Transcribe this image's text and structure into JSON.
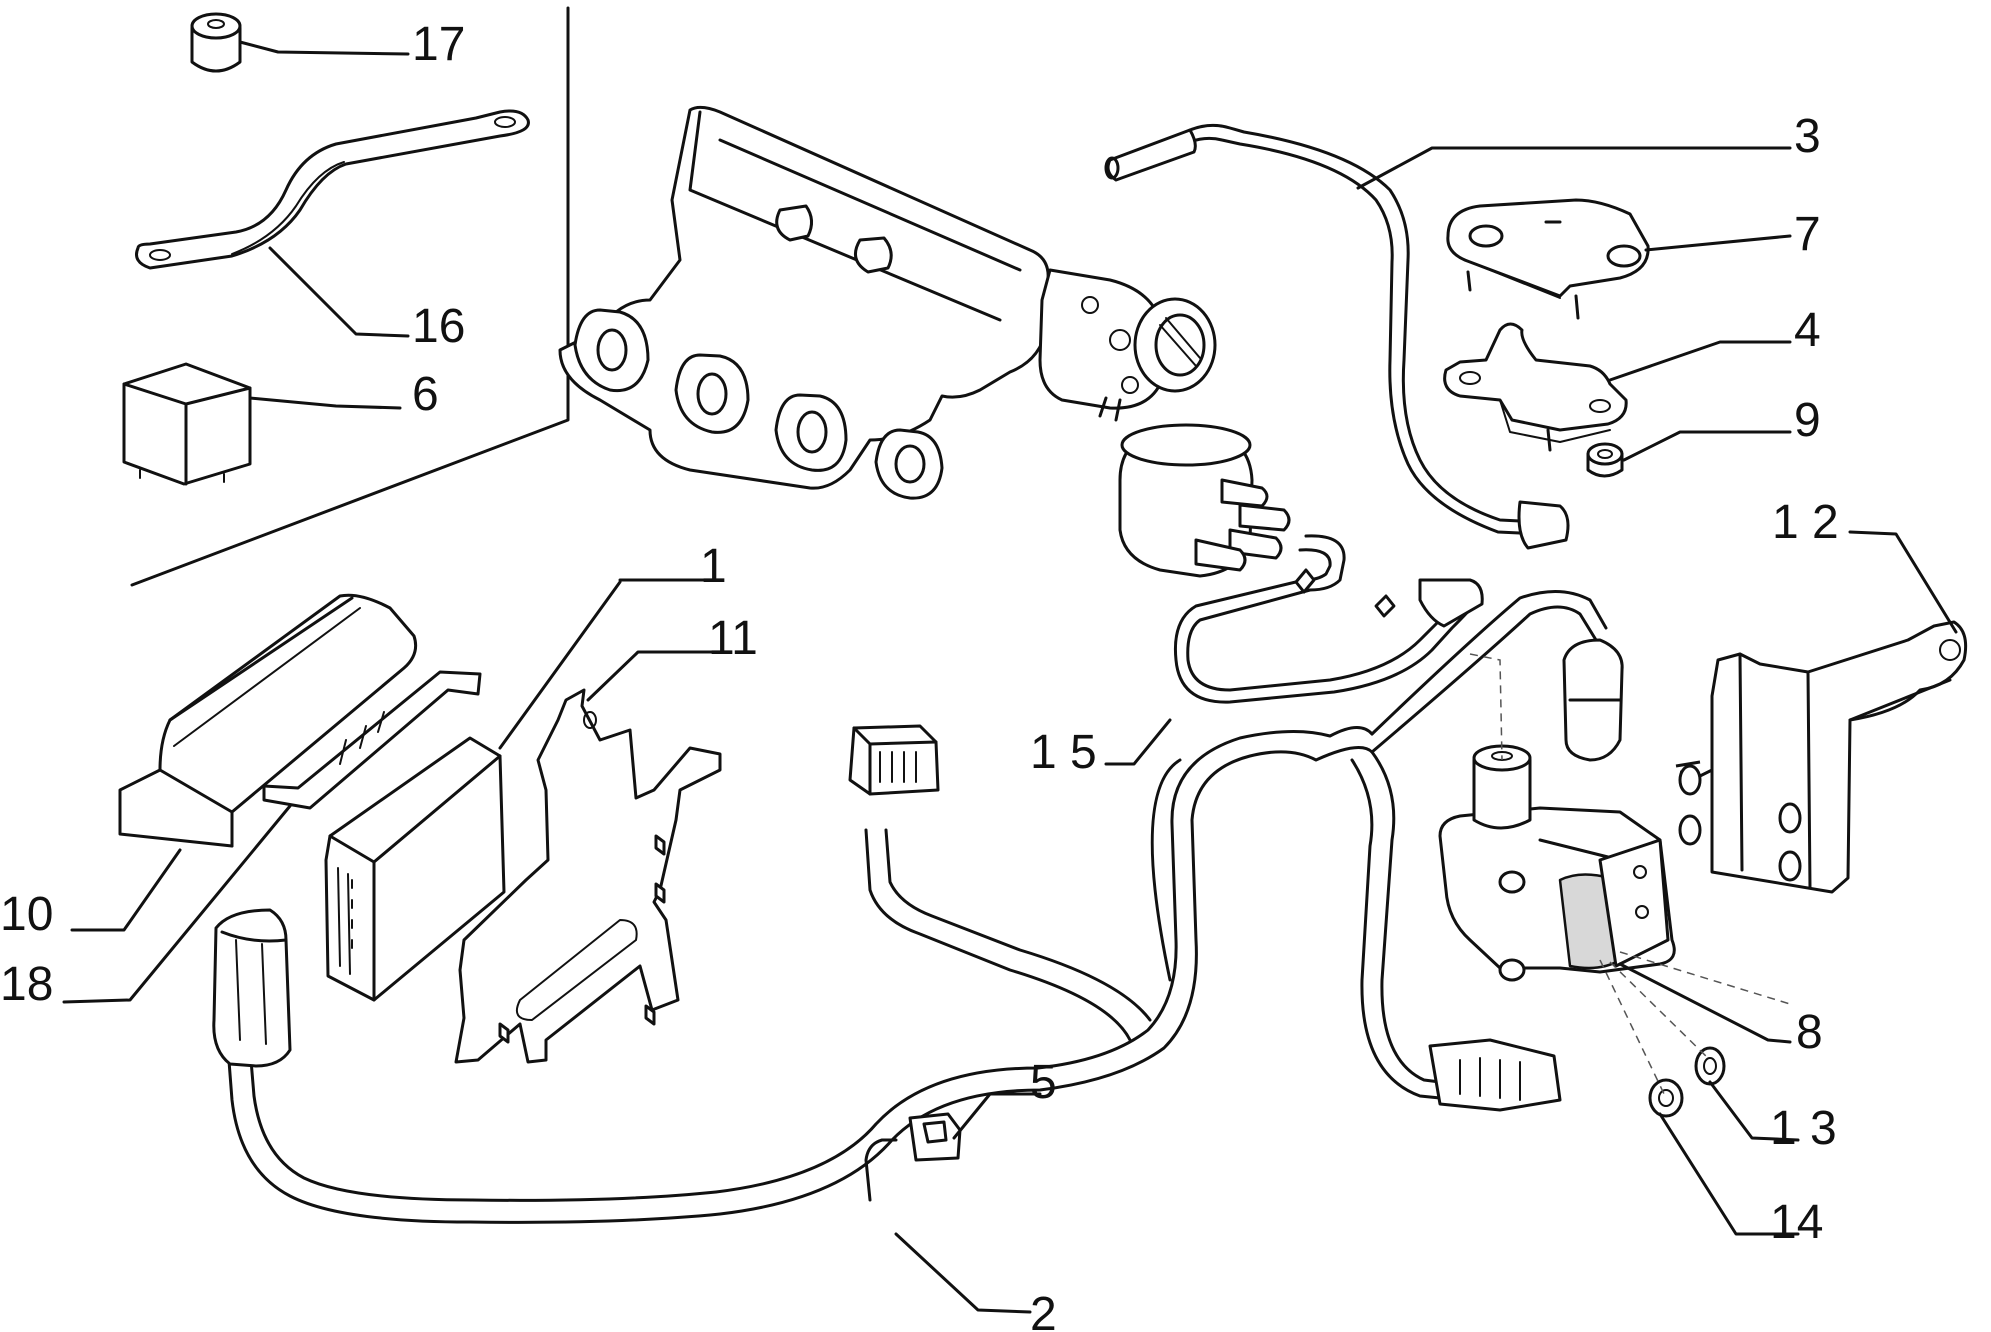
{
  "callouts": [
    {
      "id": "1",
      "label": "1"
    },
    {
      "id": "2",
      "label": "2"
    },
    {
      "id": "3",
      "label": "3"
    },
    {
      "id": "4",
      "label": "4"
    },
    {
      "id": "5",
      "label": "5"
    },
    {
      "id": "6",
      "label": "6"
    },
    {
      "id": "7",
      "label": "7"
    },
    {
      "id": "8",
      "label": "8"
    },
    {
      "id": "9",
      "label": "9"
    },
    {
      "id": "10",
      "label": "10"
    },
    {
      "id": "11",
      "label": "11"
    },
    {
      "id": "12",
      "label": "1 2"
    },
    {
      "id": "13",
      "label": "1 3"
    },
    {
      "id": "14",
      "label": "14"
    },
    {
      "id": "15",
      "label": "1 5"
    },
    {
      "id": "16",
      "label": "16"
    },
    {
      "id": "17",
      "label": "17"
    },
    {
      "id": "18",
      "label": "18"
    }
  ],
  "style": {
    "ink": "#111111",
    "background": "#ffffff"
  }
}
